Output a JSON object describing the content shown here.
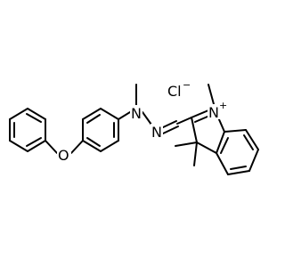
{
  "molecule": {
    "counterion": {
      "symbol": "Cl",
      "charge": "−"
    },
    "atoms": {
      "indolium_nitrogen": {
        "symbol": "N",
        "charge": "+"
      },
      "hydrazone_nitrogen_1": {
        "symbol": "N"
      },
      "hydrazone_nitrogen_2": {
        "symbol": "N"
      },
      "ether_oxygen": {
        "symbol": "O"
      }
    }
  },
  "colors": {
    "bond": "#000000",
    "background": "#ffffff"
  }
}
